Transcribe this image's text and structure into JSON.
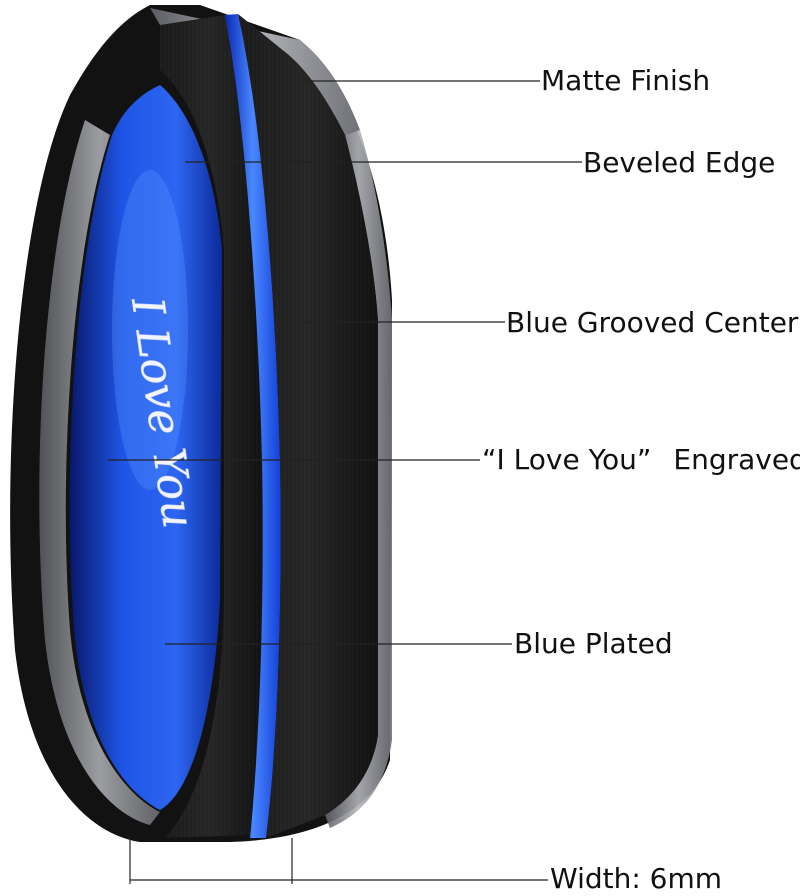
{
  "product": {
    "engraving": "I Love You",
    "colors": {
      "background": "#ffffff",
      "outer_black": "#141414",
      "bevel_gray": "#8d8f94",
      "blue_dark": "#071a78",
      "blue_mid": "#1c4fe0",
      "blue_light": "#4a87ff",
      "leader_line": "#222222",
      "label_text": "#111111"
    }
  },
  "callouts": {
    "matte_finish": "Matte Finish",
    "beveled_edge": "Beveled Edge",
    "blue_grooved_center": "Blue Grooved Center",
    "engraved_quote": "“I Love You”",
    "engraved_word": "Engraved",
    "blue_plated": "Blue Plated",
    "width": "Width: 6mm"
  }
}
